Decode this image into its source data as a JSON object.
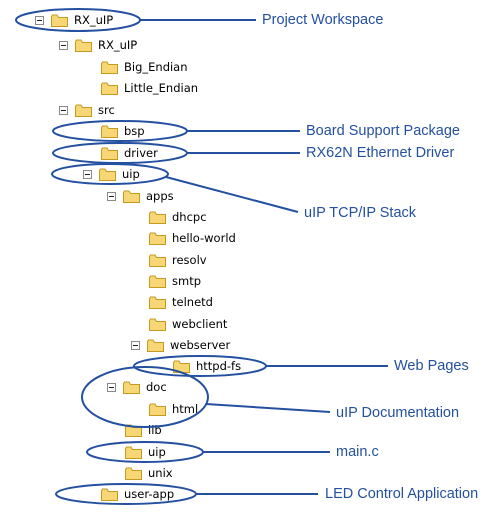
{
  "tree": {
    "rx_uip_root": "RX_uIP",
    "rx_uip_inner": "RX_uIP",
    "big_endian": "Big_Endian",
    "little_endian": "Little_Endian",
    "src": "src",
    "bsp": "bsp",
    "driver": "driver",
    "uip": "uip",
    "apps": "apps",
    "dhcpc": "dhcpc",
    "hello_world": "hello-world",
    "resolv": "resolv",
    "smtp": "smtp",
    "telnetd": "telnetd",
    "webclient": "webclient",
    "webserver": "webserver",
    "httpd_fs": "httpd-fs",
    "doc": "doc",
    "html": "html",
    "lib": "lib",
    "uip2": "uip",
    "unix": "unix",
    "user_app": "user-app"
  },
  "callouts": {
    "project_workspace": "Project Workspace",
    "board_support_package": "Board Support Package",
    "ethernet_driver": "RX62N Ethernet Driver",
    "uip_stack": "uIP TCP/IP Stack",
    "web_pages": "Web Pages",
    "uip_documentation": "uIP Documentation",
    "main_c": "main.c",
    "led_control_app": "LED Control Application"
  },
  "colors": {
    "annotation": "#2450a0",
    "folder_fill": "#f7d676",
    "folder_stroke": "#c69a1e"
  },
  "icons": {
    "toggle": "collapse-box-icon",
    "folder": "folder-icon"
  }
}
